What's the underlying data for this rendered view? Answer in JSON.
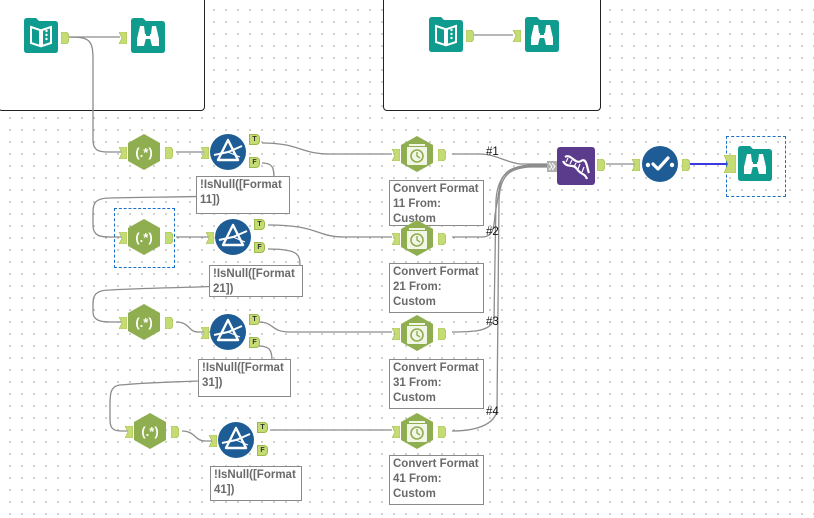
{
  "canvas": {
    "containers": [
      {
        "name": "container-1",
        "tools": [
          "input-data",
          "browse"
        ]
      },
      {
        "name": "container-2",
        "tools": [
          "input-data",
          "browse"
        ]
      }
    ],
    "colors": {
      "input_tool": "#0f9b8e",
      "browse_tool": "#0f9b8e",
      "regex_tool": "#8fae4f",
      "filter_tool": "#1d5c95",
      "datetime_tool": "#8fae4f",
      "union_tool": "#5b3b8c",
      "select_tool": "#1d5c95",
      "anchor": "#c5dc74",
      "selected_wire": "#3a3ae0"
    },
    "regex_label": "(.*)",
    "filter_anchor_true": "T",
    "filter_anchor_false": "F",
    "filters": [
      {
        "annotation": "!IsNull([Format\n11])"
      },
      {
        "annotation": "!IsNull([Format\n21])"
      },
      {
        "annotation": "!IsNull([Format\n31])"
      },
      {
        "annotation": "!IsNull([Format\n41])"
      }
    ],
    "datetimes": [
      {
        "annotation": "Convert Format\n11 From:\nCustom",
        "union_label": "#1"
      },
      {
        "annotation": "Convert Format\n21 From:\nCustom",
        "union_label": "#2"
      },
      {
        "annotation": "Convert Format\n31 From:\nCustom",
        "union_label": "#3"
      },
      {
        "annotation": "Convert Format\n41 From:\nCustom",
        "union_label": "#4"
      }
    ]
  }
}
